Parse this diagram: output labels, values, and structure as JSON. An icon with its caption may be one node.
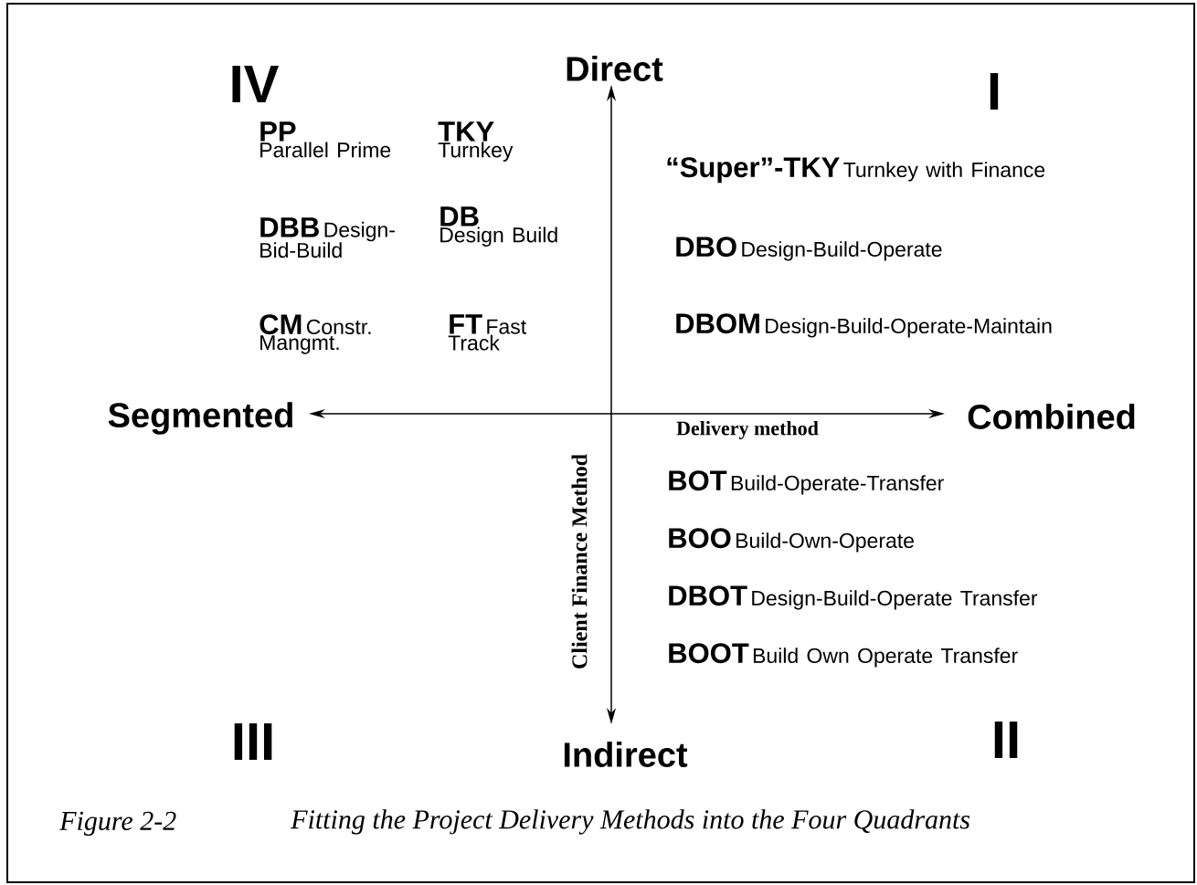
{
  "diagram": {
    "caption": "Fitting the Project Delivery Methods into the Four Quadrants",
    "labels": [
      "IV",
      "Direct",
      "I",
      "PP",
      "Parallel Prime",
      "TKY",
      "Turnkey",
      "“Super”-TKY",
      "Turnkey with Finance",
      "DBB",
      "Design-Bid-Build",
      "DB",
      "Design Build",
      "DBO",
      "Design-Build-Operate",
      "CM",
      "Constr. Mangmt.",
      "FT",
      "Fast Track",
      "DBOM",
      "Design-Build-Operate-Maintain",
      "Segmented",
      "Combined",
      "Delivery method",
      "Client Finance Method",
      "BOT",
      "Build-Operate-Transfer",
      "BOO",
      "Build-Own-Operate",
      "DBOT",
      "Design-Build-Operate Transfer",
      "BOOT",
      "Build Own Operate Transfer",
      "III",
      "II",
      "Indirect",
      "Figure 2-2"
    ]
  }
}
